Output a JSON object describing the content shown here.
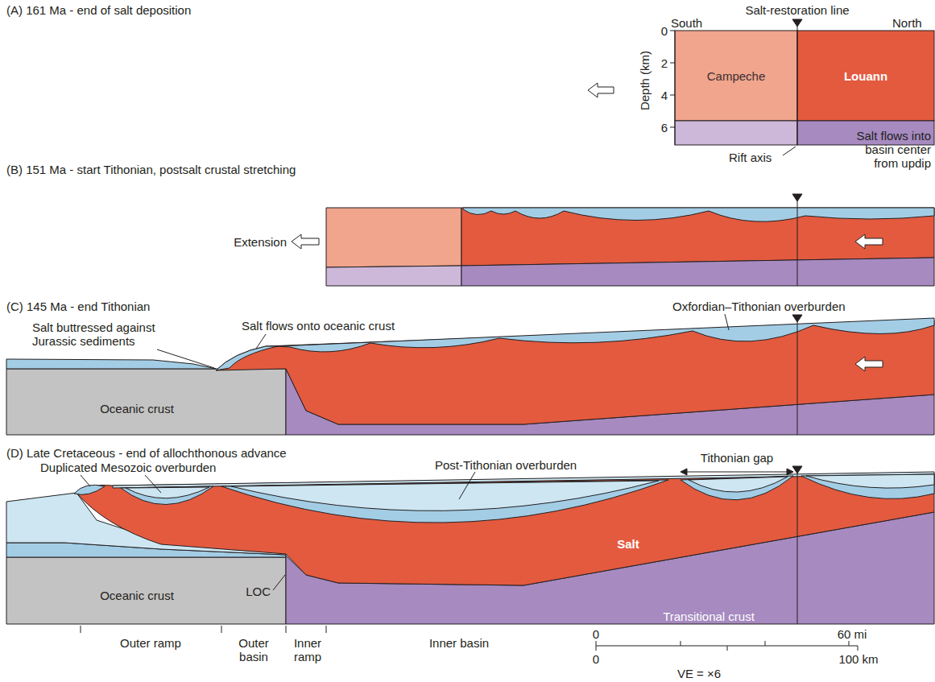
{
  "diagram": {
    "nodes": [
      {
        "text": [
          "Campeche"
        ]
      },
      {
        "text": [
          "Louann"
        ]
      },
      {
        "text": [
          "Oceanic crust"
        ]
      },
      {
        "text": [
          "Oceanic crust"
        ]
      },
      {
        "text": [
          "Salt"
        ]
      },
      {
        "text": [
          "Transitional crust"
        ]
      }
    ],
    "labels": [
      "(A) 161 Ma - end of salt deposition",
      "Salt-restoration line",
      "South",
      "North",
      "Depth (km)",
      "0",
      "2",
      "4",
      "6",
      "Rift axis",
      "Salt flows into basin center from updip",
      "(B) 151 Ma - start Tithonian, postsalt crustal stretching",
      "Extension",
      "(C) 145 Ma - end Tithonian",
      "Salt buttressed against Jurassic sediments",
      "Salt flows onto oceanic crust",
      "Oxfordian–Tithonian overburden",
      "(D) Late Cretaceous - end of allochthonous advance",
      "Duplicated Mesozoic overburden",
      "Post-Tithonian overburden",
      "Tithonian gap",
      "LOC",
      "Outer ramp",
      "Outer basin",
      "Inner ramp",
      "Inner basin",
      "0",
      "60 mi",
      "0",
      "100 km",
      "VE = ×6"
    ]
  }
}
